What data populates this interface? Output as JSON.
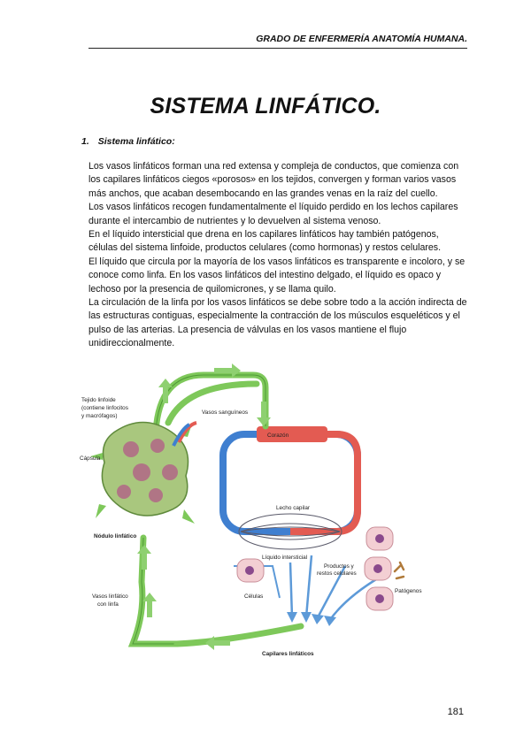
{
  "header": {
    "text": "GRADO DE ENFERMERÍA ANATOMÍA HUMANA."
  },
  "title": "SISTEMA LINFÁTICO.",
  "section": {
    "number": "1.",
    "label": "Sistema linfático:"
  },
  "paragraphs": [
    "Los vasos linfáticos forman una red extensa y compleja de conductos, que comienza con los capilares linfáticos ciegos «porosos» en los tejidos, convergen y forman varios vasos más anchos, que acaban desembocando en las grandes venas en la raíz del cuello.",
    "Los vasos linfáticos recogen fundamentalmente el líquido perdido en los lechos capilares durante el intercambio de nutrientes y lo devuelven al sistema venoso.",
    "En el líquido intersticial que drena en los capilares linfáticos hay también patógenos, células del sistema linfoide, productos celulares (como hormonas) y restos celulares.",
    "El líquido que circula por la mayoría de los vasos linfáticos es transparente e incoloro, y se conoce como linfa. En los vasos linfáticos del intestino delgado, el líquido es opaco y lechoso por la presencia de quilomicrones, y se llama quilo.",
    "La circulación de la linfa por los vasos linfáticos se debe sobre todo a la acción indirecta de las estructuras contiguas, especialmente la contracción de los músculos esqueléticos y el pulso de las arterias. La presencia de válvulas en los vasos mantiene el flujo unidireccionalmente."
  ],
  "figure": {
    "labels": {
      "tejido_1": "Tejido linfoide",
      "tejido_2": "(contiene linfocitos",
      "tejido_3": "y macrófagos)",
      "vasos_sanguineos": "Vasos sanguíneos",
      "corazon": "Corazón",
      "capsula": "Cápsula",
      "lecho_capilar": "Lecho capilar",
      "nodulo": "Nódulo linfático",
      "liquido": "Líquido intersticial",
      "productos_1": "Productos y",
      "productos_2": "restos celulares",
      "celulas": "Células",
      "patogenos": "Patógenos",
      "vasos_linfaticos_1": "Vasos linfático",
      "vasos_linfaticos_2": "con linfa",
      "capilares": "Capilares linfáticos"
    },
    "colors": {
      "lymph": "#7ec85a",
      "lymph_dark": "#4f9a36",
      "artery": "#e35b52",
      "vein": "#3f7fd0",
      "cell": "#f3cfd3",
      "nucleus": "#8a4a8c",
      "node": "#a9c77e",
      "tissue": "#b07585",
      "fluid": "#5d9ad8"
    }
  },
  "page_number": "181"
}
